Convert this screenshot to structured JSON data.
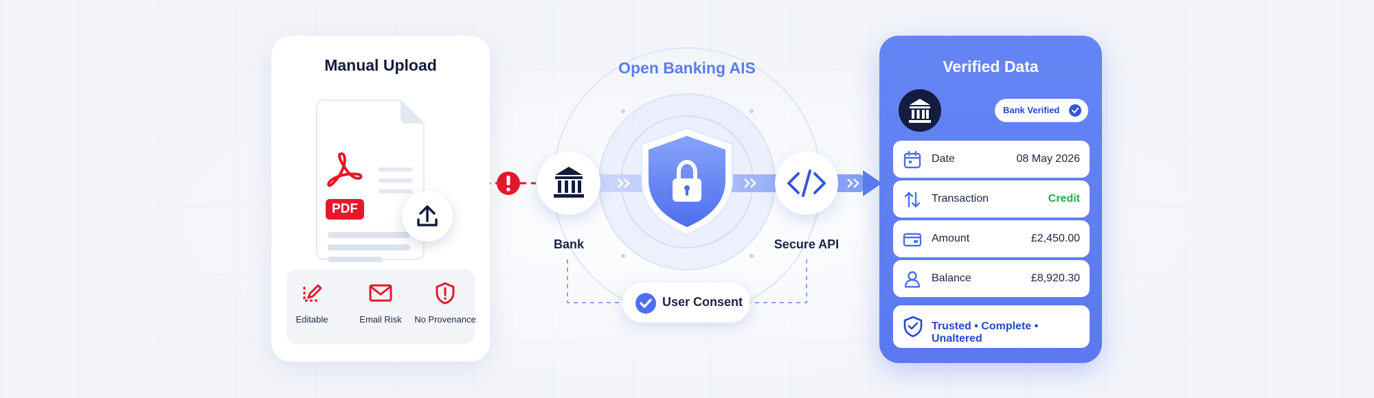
{
  "colors": {
    "accent_blue": "#5b7cf0",
    "deep_navy": "#141b3d",
    "alert_red": "#e4182a",
    "credit_green": "#2aa84a"
  },
  "manual": {
    "title": "Manual Upload",
    "pdf_label": "PDF",
    "icons": [
      "pdf-icon",
      "upload-icon"
    ],
    "risks": [
      {
        "icon": "edit-icon",
        "label": "Editable"
      },
      {
        "icon": "email-icon",
        "label": "Email Risk"
      },
      {
        "icon": "shield-alert-icon",
        "label": "No Provenance"
      }
    ]
  },
  "flow": {
    "title": "Open Banking AIS",
    "bank_label": "Bank",
    "api_label": "Secure API",
    "consent_label": "User Consent",
    "icons": [
      "alert-icon",
      "bank-icon",
      "shield-lock-icon",
      "code-icon",
      "check-icon"
    ]
  },
  "verified": {
    "title": "Verified Data",
    "badge_label": "Bank Verified",
    "rows": [
      {
        "icon": "calendar-icon",
        "label": "Date",
        "value": "08 May 2026"
      },
      {
        "icon": "transfer-icon",
        "label": "Transaction",
        "value": "Credit"
      },
      {
        "icon": "card-icon",
        "label": "Amount",
        "value": "£2,450.00"
      },
      {
        "icon": "user-icon",
        "label": "Balance",
        "value": "£8,920.30"
      }
    ],
    "trust_label": "Trusted • Complete • Unaltered"
  }
}
